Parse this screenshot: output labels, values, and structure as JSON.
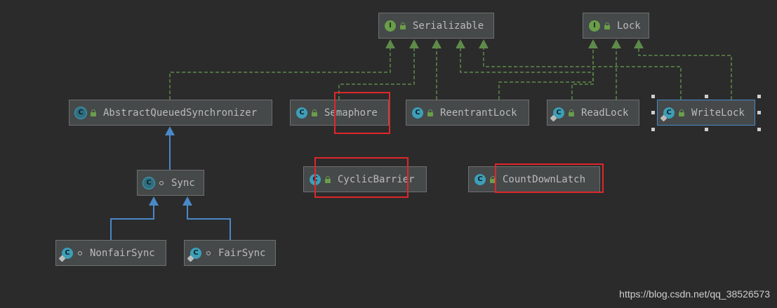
{
  "nodes": [
    {
      "id": "serializable",
      "label": "Serializable",
      "kind": "interface",
      "access": "public"
    },
    {
      "id": "lock",
      "label": "Lock",
      "kind": "interface",
      "access": "public"
    },
    {
      "id": "aqs",
      "label": "AbstractQueuedSynchronizer",
      "kind": "abstract",
      "access": "public"
    },
    {
      "id": "semaphore",
      "label": "Semaphore",
      "kind": "class",
      "access": "public"
    },
    {
      "id": "reentrantlock",
      "label": "ReentrantLock",
      "kind": "class",
      "access": "public"
    },
    {
      "id": "readlock",
      "label": "ReadLock",
      "kind": "nested",
      "access": "public"
    },
    {
      "id": "writelock",
      "label": "WriteLock",
      "kind": "nested",
      "access": "public",
      "selected": true
    },
    {
      "id": "sync",
      "label": "Sync",
      "kind": "abstract",
      "access": "package"
    },
    {
      "id": "cyclicbarrier",
      "label": "CyclicBarrier",
      "kind": "class",
      "access": "public"
    },
    {
      "id": "countdownlatch",
      "label": "CountDownLatch",
      "kind": "class",
      "access": "public"
    },
    {
      "id": "nonfairsync",
      "label": "NonfairSync",
      "kind": "nested",
      "access": "package"
    },
    {
      "id": "fairsync",
      "label": "FairSync",
      "kind": "nested",
      "access": "package"
    }
  ],
  "edges": [
    {
      "from": "aqs",
      "to": "serializable",
      "type": "implements"
    },
    {
      "from": "semaphore",
      "to": "serializable",
      "type": "implements"
    },
    {
      "from": "reentrantlock",
      "to": "serializable",
      "type": "implements"
    },
    {
      "from": "readlock",
      "to": "serializable",
      "type": "implements"
    },
    {
      "from": "writelock",
      "to": "serializable",
      "type": "implements"
    },
    {
      "from": "reentrantlock",
      "to": "lock",
      "type": "implements"
    },
    {
      "from": "readlock",
      "to": "lock",
      "type": "implements"
    },
    {
      "from": "writelock",
      "to": "lock",
      "type": "implements"
    },
    {
      "from": "sync",
      "to": "aqs",
      "type": "extends"
    },
    {
      "from": "nonfairsync",
      "to": "sync",
      "type": "extends"
    },
    {
      "from": "fairsync",
      "to": "sync",
      "type": "extends"
    }
  ],
  "highlighted": [
    "semaphore",
    "cyclicbarrier",
    "countdownlatch"
  ],
  "colors": {
    "background": "#2b2b2b",
    "node_fill": "#45494a",
    "implements_edge": "#5e8a4a",
    "extends_edge": "#4a88c7",
    "highlight": "#e0262b"
  },
  "watermark": "https://blog.csdn.net/qq_38526573"
}
